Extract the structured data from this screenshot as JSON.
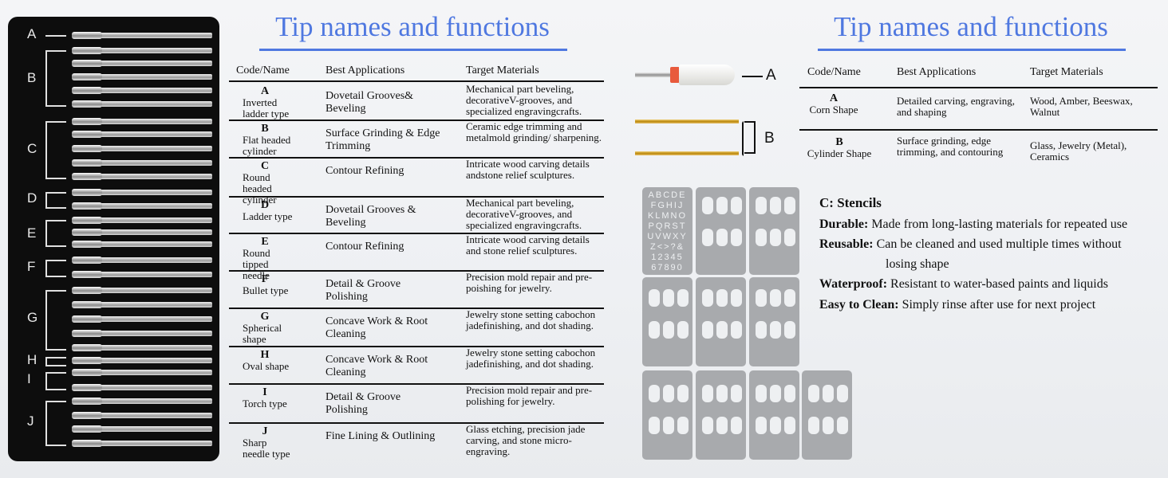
{
  "tray_labels": [
    "A",
    "B",
    "C",
    "D",
    "E",
    "F",
    "G",
    "H",
    "I",
    "J"
  ],
  "left_title": "Tip names and functions",
  "right_title": "Tip names and functions",
  "left_table": {
    "headers": [
      "Code/Name",
      "Best Applications",
      "Target Materials"
    ],
    "rows": [
      {
        "code": "A",
        "name": "Inverted ladder type",
        "app": "Dovetail Grooves& Beveling",
        "mat": "Mechanical part beveling, decorativeV-grooves, and specialized engravingcrafts."
      },
      {
        "code": "B",
        "name": "Flat headed cylinder",
        "app": "Surface Grinding & Edge Trimming",
        "mat": "Ceramic edge trimming and metalmold grinding/ sharpening."
      },
      {
        "code": "C",
        "name": "Round headed cylinder",
        "app": "Contour Refining",
        "mat": "Intricate wood carving details andstone relief sculptures."
      },
      {
        "code": "D",
        "name": "Ladder type",
        "app": "Dovetail Grooves & Beveling",
        "mat": "Mechanical part beveling, decorativeV-grooves, and specialized engravingcrafts."
      },
      {
        "code": "E",
        "name": "Round tipped needle",
        "app": "Contour Refining",
        "mat": "Intricate wood carving details and stone relief sculptures."
      },
      {
        "code": "F",
        "name": "Bullet type",
        "app": "Detail & Groove Polishing",
        "mat": "Precision mold repair and pre-poishing for jewelry."
      },
      {
        "code": "G",
        "name": "Spherical shape",
        "app": "Concave Work & Root Cleaning",
        "mat": "Jewelry stone setting cabochon jadefinishing, and dot shading."
      },
      {
        "code": "H",
        "name": "Oval shape",
        "app": "Concave Work & Root Cleaning",
        "mat": "Jewelry stone setting cabochon jadefinishing, and dot shading."
      },
      {
        "code": "I",
        "name": "Torch type",
        "app": "Detail & Groove Polishing",
        "mat": "Precision mold repair and pre-polishing for jewelry."
      },
      {
        "code": "J",
        "name": "Sharp needle type",
        "app": "Fine Lining & Outlining",
        "mat": "Glass etching, precision jade carving, and stone micro-engraving."
      }
    ]
  },
  "right_labels": {
    "a": "A",
    "b": "B"
  },
  "right_table": {
    "headers": [
      "Code/Name",
      "Best Applications",
      "Target Materials"
    ],
    "rows": [
      {
        "code": "A",
        "name": "Corn Shape",
        "app": "Detailed carving, engraving, and shaping",
        "mat": "Wood, Amber, Beeswax, Walnut"
      },
      {
        "code": "B",
        "name": "Cylinder Shape",
        "app": "Surface grinding, edge trimming, and contouring",
        "mat": "Glass, Jewelry (Metal), Ceramics"
      }
    ]
  },
  "stencils": {
    "heading": "C: Stencils",
    "features": [
      {
        "label": "Durable:",
        "text": "Made from long-lasting materials for repeated use"
      },
      {
        "label": "Reusable:",
        "text": "Can be cleaned and used multiple times without",
        "text2": "losing shape"
      },
      {
        "label": "Waterproof:",
        "text": "Resistant to water-based paints and liquids"
      },
      {
        "label": "Easy to Clean:",
        "text": "Simply rinse after use for next project"
      }
    ],
    "letters_rows": [
      "ABCDE",
      "FGHIJ",
      "KLMNO",
      "PQRST",
      "UVWXY",
      "Z<>?&",
      "12345",
      "67890"
    ]
  },
  "colors": {
    "accent": "#4f78e0",
    "tray": "#0d0d0d",
    "stencil": "#a8aaad",
    "corn_tip": "#e85a3c"
  }
}
